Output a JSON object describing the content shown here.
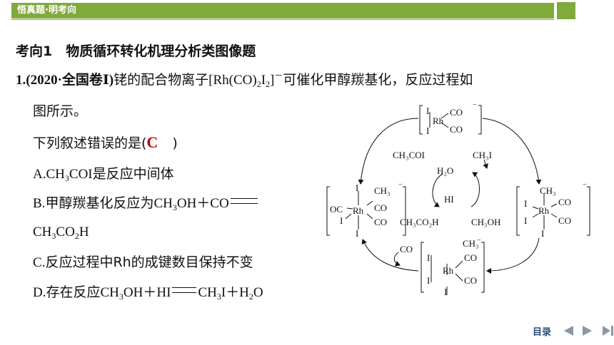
{
  "header": {
    "label": "悟真题·明考向"
  },
  "section_title": "考向1　物质循环转化机理分析类图像题",
  "question": {
    "number": "1.",
    "source": "(2020·全国卷Ⅰ)",
    "stem_pre": "铑的配合物离子",
    "stem_post": "可催化甲醇羰基化，反应过程如",
    "stem_line2": "图所示。",
    "prompt_pre": "下列叙述错误的是(",
    "prompt_post": ")",
    "answer": "C"
  },
  "options": {
    "a_label": "A.",
    "a_text": "是反应中间体",
    "b_label": "B.",
    "b_text": "甲醇羰基化反应为",
    "c_label": "C.",
    "c_text": "反应过程中Rh的成键数目保持不变",
    "d_label": "D.",
    "d_text": "存在反应"
  },
  "diagram": {
    "rh": "Rh",
    "co": "CO",
    "i": "I",
    "oc": "OC",
    "hi": "HI",
    "ch3oh": "CH₃OH",
    "ch3coi": "CH₃COI",
    "ch3i": "CH₃I",
    "h2o": "H₂O",
    "ch3co2h": "CH₃CO₂H",
    "ch3": "CH₃",
    "minus": "−"
  },
  "nav": {
    "toc_label": "目录"
  }
}
